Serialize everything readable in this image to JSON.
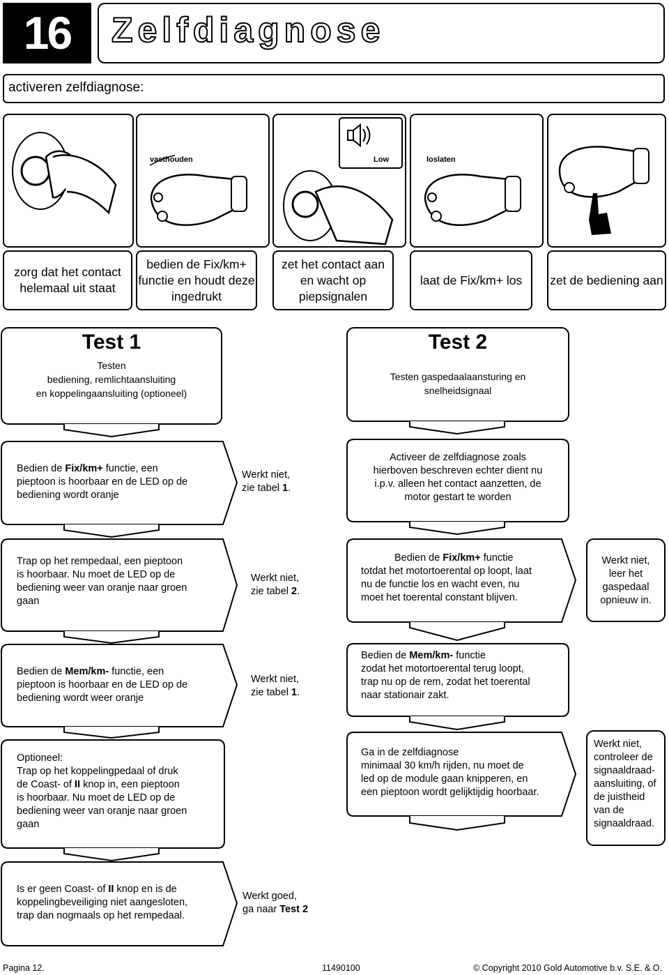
{
  "header": {
    "number": "16",
    "title": "Zelfdiagnose",
    "subtitle": "activeren zelfdiagnose:"
  },
  "steps": [
    {
      "caption": "zorg dat het contact helemaal uit staat",
      "image_label": ""
    },
    {
      "caption": "bedien de Fix/km+ functie en houdt deze ingedrukt",
      "image_label": "vasthouden"
    },
    {
      "caption": "zet het contact aan en wacht op piepsignalen",
      "image_label": "Low"
    },
    {
      "caption": "laat de Fix/km+ los",
      "image_label": "loslaten"
    },
    {
      "caption": "zet de bediening aan",
      "image_label": ""
    }
  ],
  "test1": {
    "title": "Test 1",
    "desc_lines": [
      "Testen",
      "bediening, remlichtaansluiting",
      "en koppelingaansluiting (optioneel)"
    ]
  },
  "test2": {
    "title": "Test 2",
    "desc_lines": [
      "Testen gaspedaalaansturing en",
      "snelheidsignaal"
    ]
  },
  "left_flow": [
    {
      "lines": [
        "Bedien de [Fix/km+] functie, een",
        "pieptoon is hoorbaar en de LED op de",
        "bediening wordt oranje"
      ],
      "fail": [
        "Werkt niet,",
        "zie tabel [1]."
      ]
    },
    {
      "lines": [
        "Trap op het rempedaal, een pieptoon",
        "is hoorbaar. Nu moet de LED op de",
        "bediening weer van oranje naar groen",
        "gaan"
      ],
      "fail": [
        "Werkt niet,",
        "zie tabel [2]."
      ]
    },
    {
      "lines": [
        "Bedien de [Mem/km-] functie, een",
        "pieptoon is hoorbaar en de LED op de",
        "bediening wordt weer oranje"
      ],
      "fail": [
        "Werkt niet,",
        "zie tabel [1]."
      ]
    },
    {
      "lines": [
        "Optioneel:",
        "Trap op het koppelingpedaal of druk",
        "de Coast- of [II] knop in, een pieptoon",
        "is hoorbaar. Nu moet de LED op de",
        "bediening weer van oranje naar groen",
        "gaan"
      ]
    },
    {
      "lines": [
        "Is er geen Coast- of [II] knop en is de",
        "koppelingbeveiliging niet aangesloten,",
        "trap dan nogmaals op het rempedaal."
      ],
      "fail": [
        "Werkt goed,",
        "ga naar [Test 2]"
      ]
    }
  ],
  "right_flow": [
    {
      "lines": [
        "Activeer de zelfdiagnose zoals",
        "hierboven beschreven echter dient nu",
        "i.p.v. alleen het contact aanzetten, de",
        "motor gestart te worden"
      ]
    },
    {
      "lines": [
        "Bedien de [Fix/km+] functie",
        "totdat het motortoerental op loopt, laat",
        "nu de functie los en wacht even, nu",
        "moet het toerental constant blijven."
      ],
      "fail": [
        "Werkt niet,",
        "leer het",
        "gaspedaal",
        "opnieuw in."
      ]
    },
    {
      "lines": [
        "Bedien de [Mem/km-] functie",
        "zodat het motortoerental terug loopt,",
        "trap nu op de rem, zodat het toerental",
        "naar stationair zakt."
      ]
    },
    {
      "lines": [
        "Ga in de zelfdiagnose",
        "minimaal 30 km/h rijden, nu moet de",
        "led op de module gaan knipperen, en",
        "een pieptoon wordt gelijktijdig hoorbaar."
      ],
      "fail": [
        "Werkt niet,",
        "controleer de",
        "signaaldraad-",
        "aansluiting, of",
        "de juistheid",
        "van de",
        "signaaldraad."
      ]
    }
  ],
  "footer": {
    "page": "Pagina 12.",
    "code": "11490100",
    "copyright": "© Copyright 2010 Gold Automotive b.v. S.E. & O."
  }
}
